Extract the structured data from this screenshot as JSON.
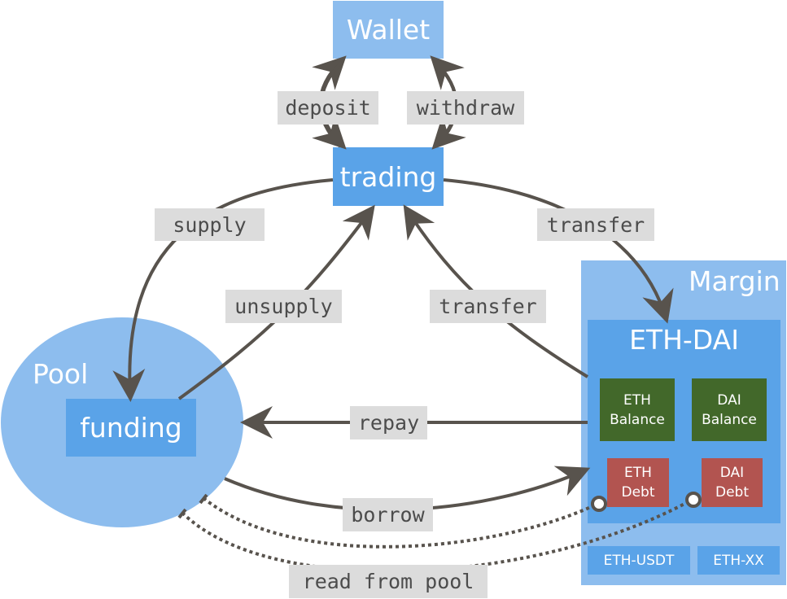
{
  "nodes": {
    "wallet": "Wallet",
    "trading": "trading",
    "pool": "Pool",
    "funding": "funding",
    "margin": "Margin",
    "eth_dai": "ETH-DAI",
    "eth_balance": "ETH\nBalance",
    "dai_balance": "DAI\nBalance",
    "eth_debt": "ETH\nDebt",
    "dai_debt": "DAI\nDebt",
    "eth_usdt": "ETH-USDT",
    "eth_xx": "ETH-XX"
  },
  "edges": {
    "deposit": "deposit",
    "withdraw": "withdraw",
    "supply": "supply",
    "unsupply": "unsupply",
    "transfer_out": "transfer",
    "transfer_in": "transfer",
    "repay": "repay",
    "borrow": "borrow",
    "read_from_pool": "read from pool"
  },
  "colors": {
    "light_blue": "#8dbdee",
    "mid_blue": "#5aa3e8",
    "balance_green": "#42682a",
    "debt_red": "#b25450",
    "arrow": "#58534d",
    "label_bg": "#dcdcdc"
  }
}
